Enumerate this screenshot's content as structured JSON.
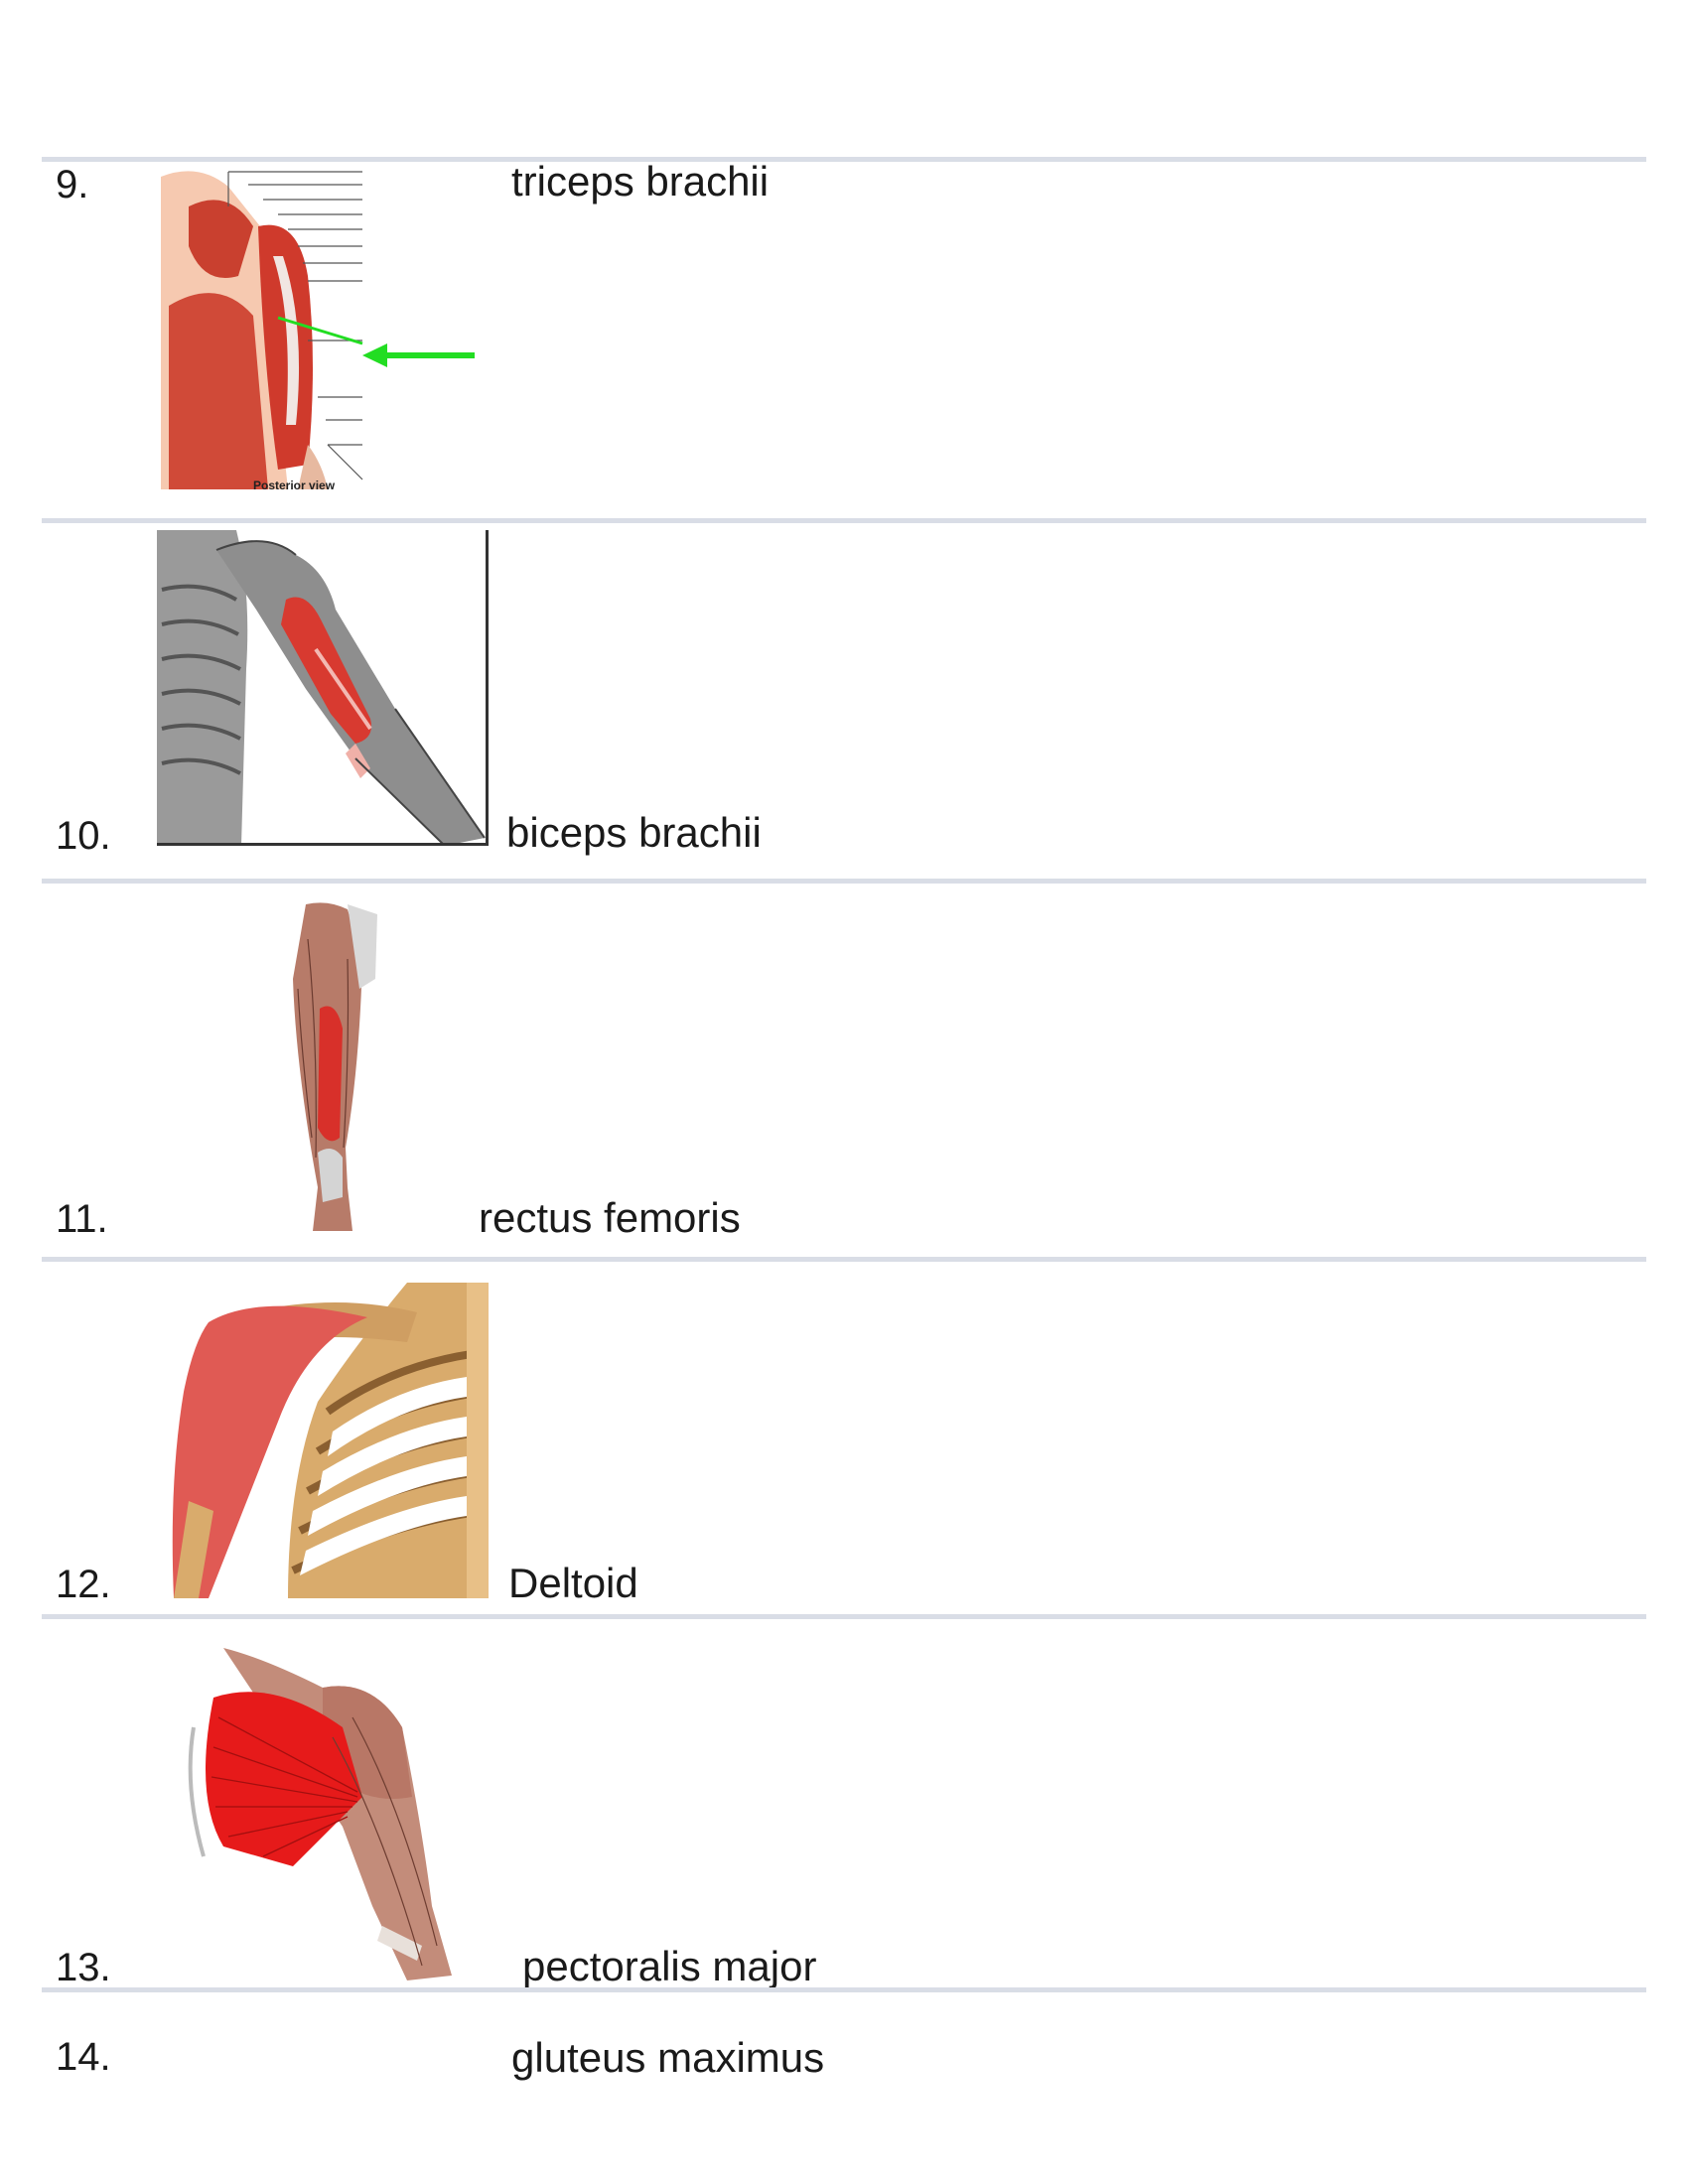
{
  "items": [
    {
      "number": "9.",
      "answer": "triceps brachii",
      "image_caption": "Posterior view"
    },
    {
      "number": "10.",
      "answer": "biceps brachii"
    },
    {
      "number": "11.",
      "answer": "rectus femoris"
    },
    {
      "number": "12.",
      "answer": "Deltoid"
    },
    {
      "number": "13.",
      "answer": "pectoralis major"
    },
    {
      "number": "14.",
      "answer": "gluteus maximus"
    }
  ],
  "colors": {
    "rule": "#d9dde6",
    "muscle_red": "#d9352b",
    "pointer_arrow": "#22dd22",
    "bone": "#d9ab6c"
  }
}
